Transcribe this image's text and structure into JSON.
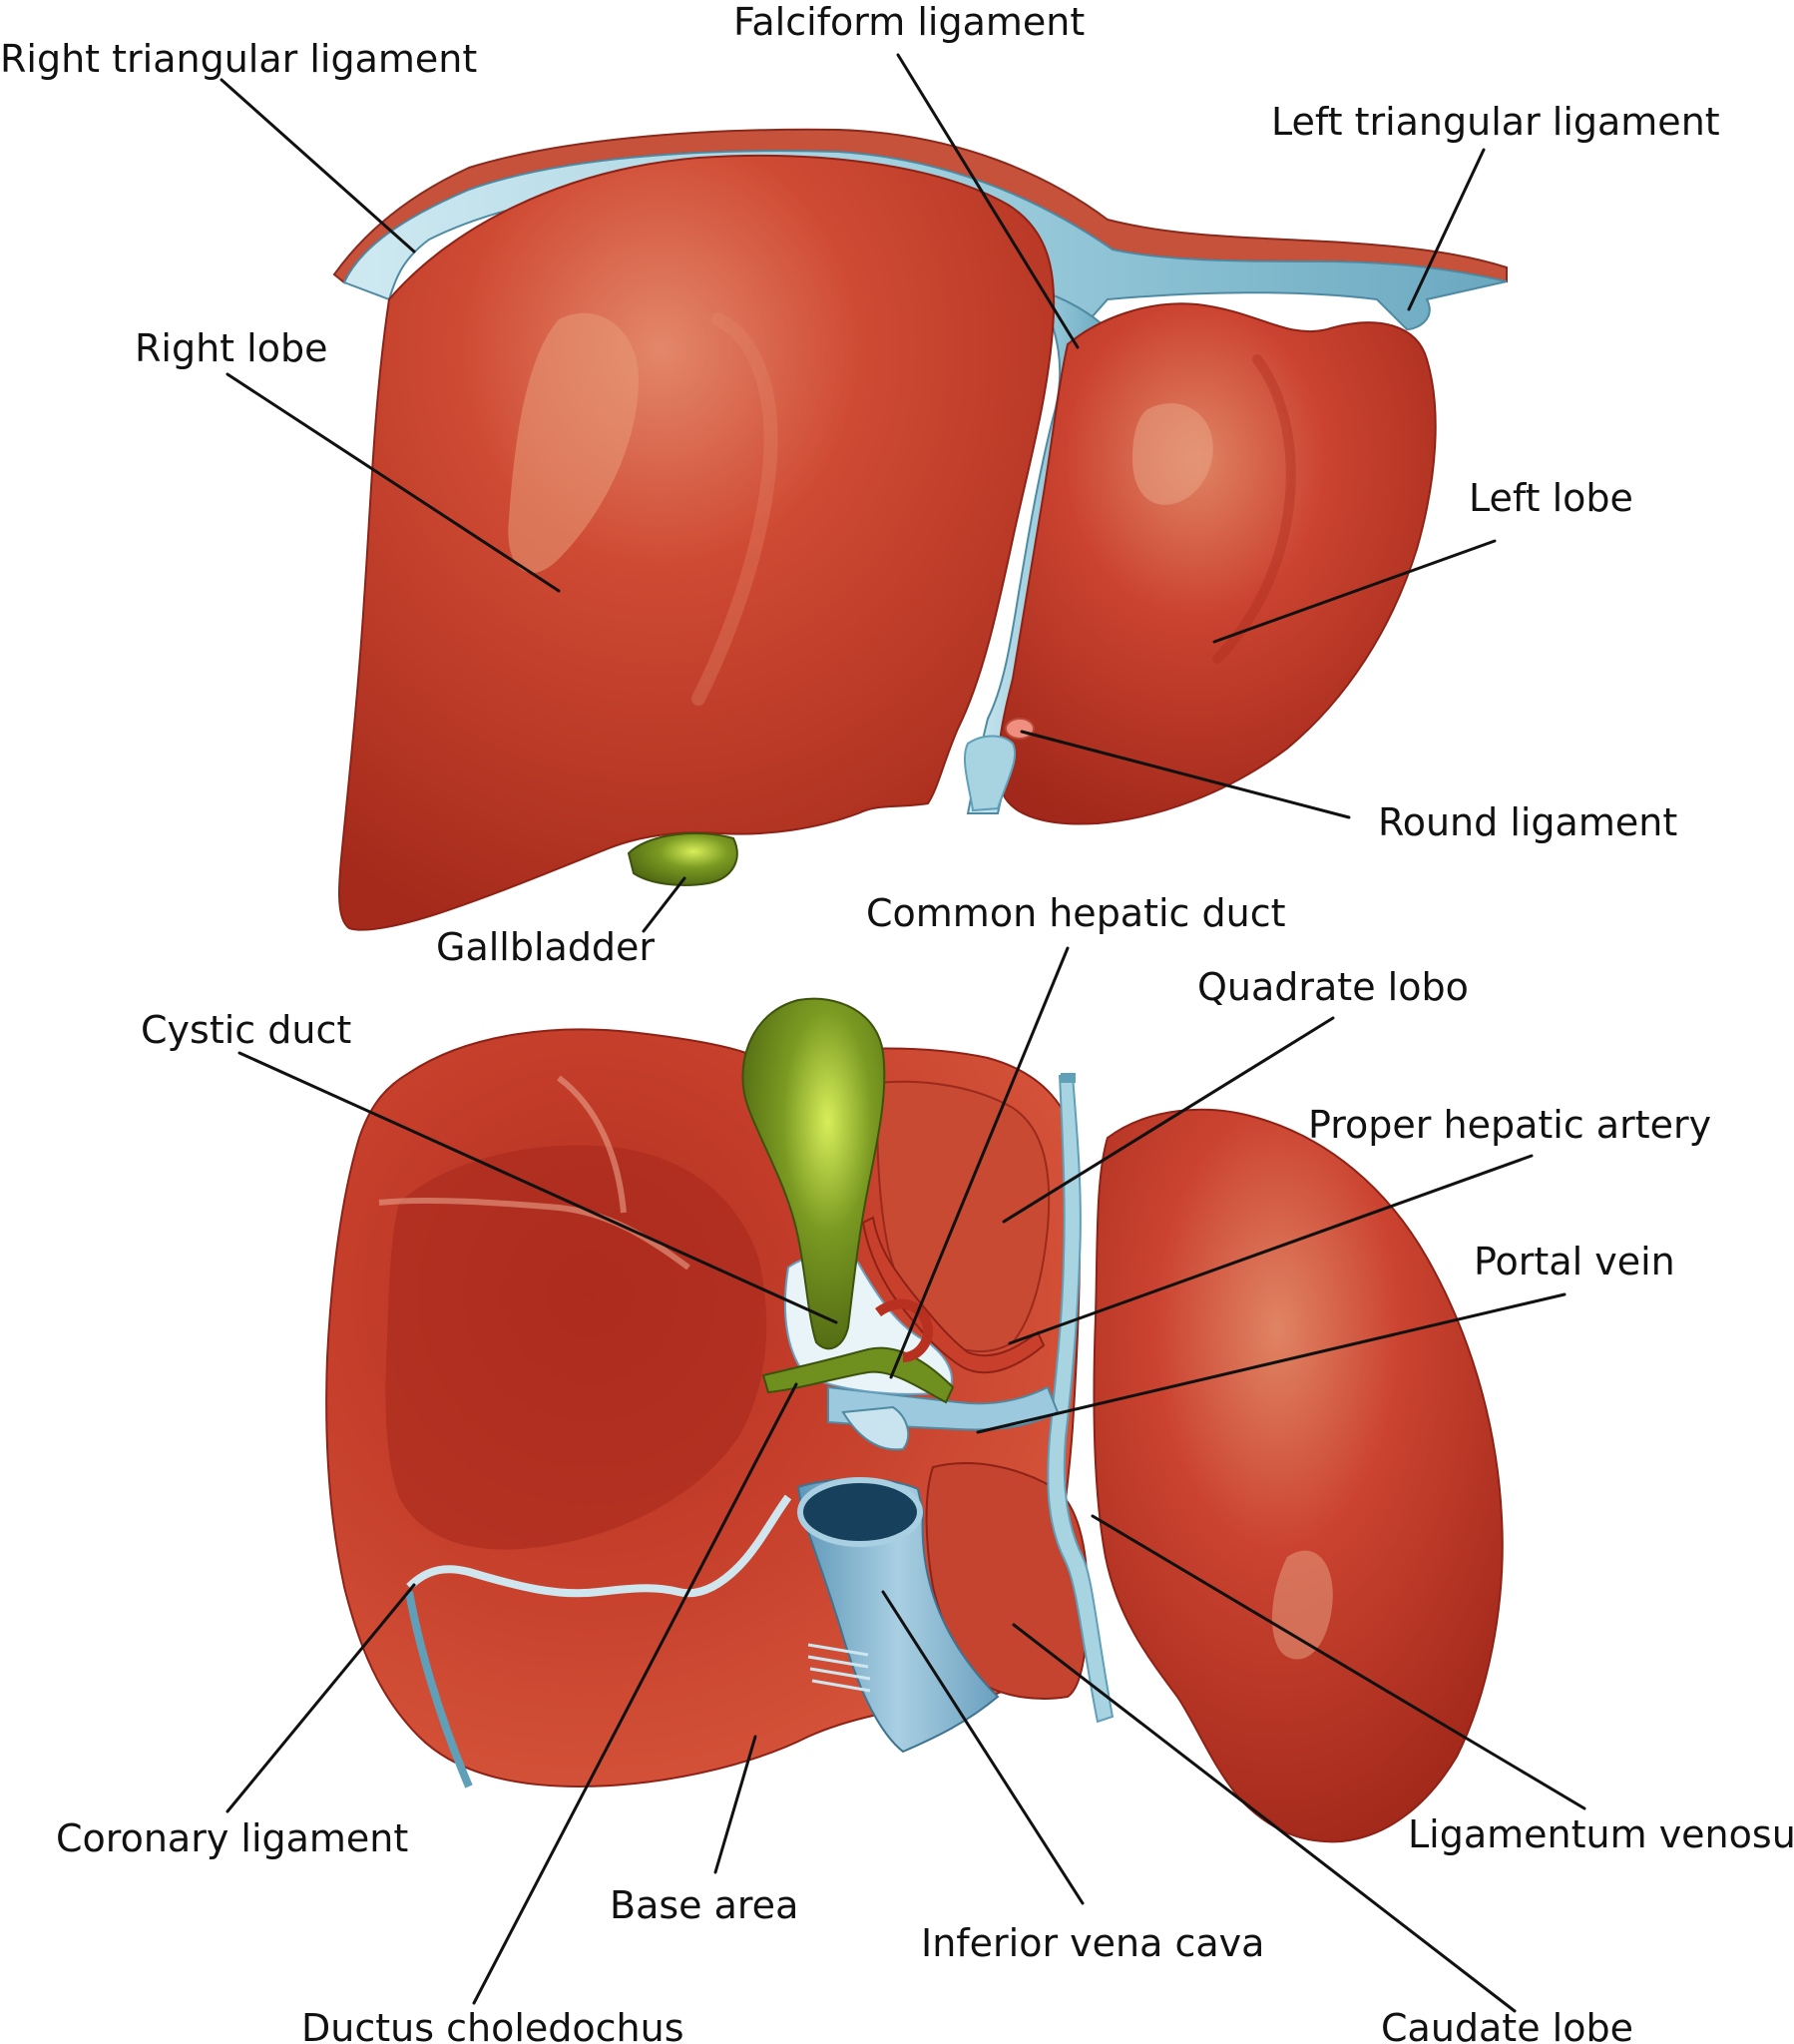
{
  "labels": {
    "right_triangular_ligament": "Right triangular ligament",
    "falciform_ligament": "Falciform ligament",
    "left_triangular_ligament": "Left triangular ligament",
    "right_lobe": "Right lobe",
    "left_lobe": "Left lobe",
    "round_ligament": "Round ligament",
    "gallbladder": "Gallbladder",
    "common_hepatic_duct": "Common hepatic duct",
    "quadrate_lobo": "Quadrate lobo",
    "cystic_duct": "Cystic duct",
    "proper_hepatic_artery": "Proper hepatic artery",
    "portal_vein": "Portal vein",
    "coronary_ligament": "Coronary ligament",
    "ligamentum_venosum": "Ligamentum venosum",
    "base_area": "Base area",
    "inferior_vena_cava": "Inferior vena cava",
    "ductus_choledochus": "Ductus choledochus",
    "caudate_lobe": "Caudate lobe"
  },
  "colors": {
    "liver": "#c83a2a",
    "liver_highlight": "#e07a5a",
    "liver_shadow": "#9a2418",
    "ligament_blue": "#a8d4e2",
    "ligament_dark": "#5f9fb8",
    "gallbladder": "#6f8f1e",
    "gallbladder_highlight": "#c9e04a",
    "artery": "#b8301f",
    "vena_cava": "#86b8d4",
    "vena_cava_dark": "#17405c"
  }
}
